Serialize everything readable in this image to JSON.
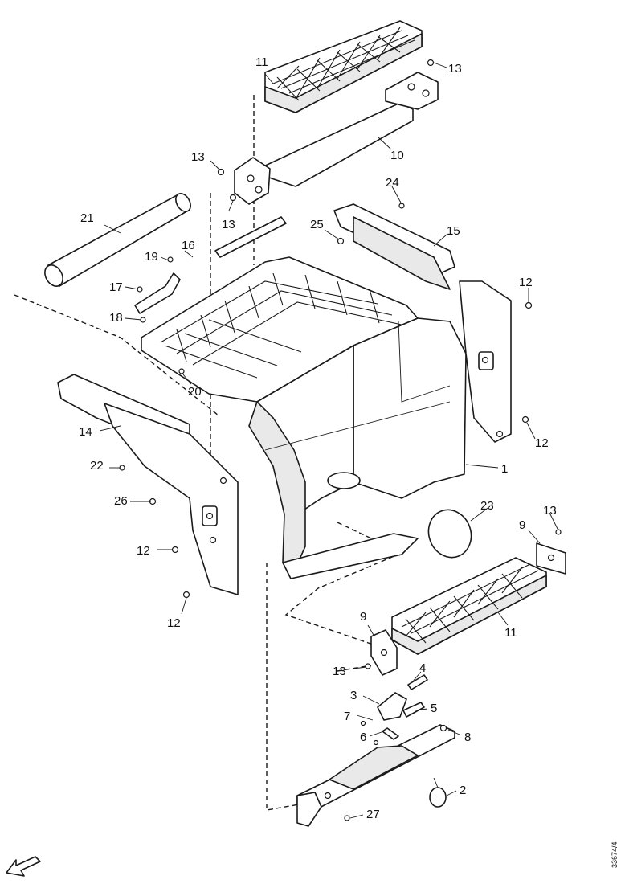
{
  "callouts": [
    {
      "label": "1",
      "name": "callout-1"
    },
    {
      "label": "2",
      "name": "callout-2"
    },
    {
      "label": "3",
      "name": "callout-3"
    },
    {
      "label": "4",
      "name": "callout-4"
    },
    {
      "label": "5",
      "name": "callout-5"
    },
    {
      "label": "6",
      "name": "callout-6"
    },
    {
      "label": "7",
      "name": "callout-7"
    },
    {
      "label": "8",
      "name": "callout-8"
    },
    {
      "label": "9",
      "name": "callout-9-right"
    },
    {
      "label": "9",
      "name": "callout-9-left"
    },
    {
      "label": "10",
      "name": "callout-10"
    },
    {
      "label": "11",
      "name": "callout-11-top"
    },
    {
      "label": "11",
      "name": "callout-11-bottom"
    },
    {
      "label": "12",
      "name": "callout-12-right-top"
    },
    {
      "label": "12",
      "name": "callout-12-right-bottom"
    },
    {
      "label": "12",
      "name": "callout-12-left-top"
    },
    {
      "label": "12",
      "name": "callout-12-left-bottom"
    },
    {
      "label": "13",
      "name": "callout-13-top-right"
    },
    {
      "label": "13",
      "name": "callout-13-top-left-a"
    },
    {
      "label": "13",
      "name": "callout-13-top-left-b"
    },
    {
      "label": "13",
      "name": "callout-13-right-mid"
    },
    {
      "label": "13",
      "name": "callout-13-lower"
    },
    {
      "label": "14",
      "name": "callout-14"
    },
    {
      "label": "15",
      "name": "callout-15"
    },
    {
      "label": "16",
      "name": "callout-16"
    },
    {
      "label": "17",
      "name": "callout-17"
    },
    {
      "label": "18",
      "name": "callout-18"
    },
    {
      "label": "19",
      "name": "callout-19"
    },
    {
      "label": "20",
      "name": "callout-20"
    },
    {
      "label": "21",
      "name": "callout-21"
    },
    {
      "label": "22",
      "name": "callout-22"
    },
    {
      "label": "23",
      "name": "callout-23"
    },
    {
      "label": "24",
      "name": "callout-24"
    },
    {
      "label": "25",
      "name": "callout-25"
    },
    {
      "label": "26",
      "name": "callout-26"
    },
    {
      "label": "27",
      "name": "callout-27"
    }
  ],
  "document_id": "33674/4"
}
